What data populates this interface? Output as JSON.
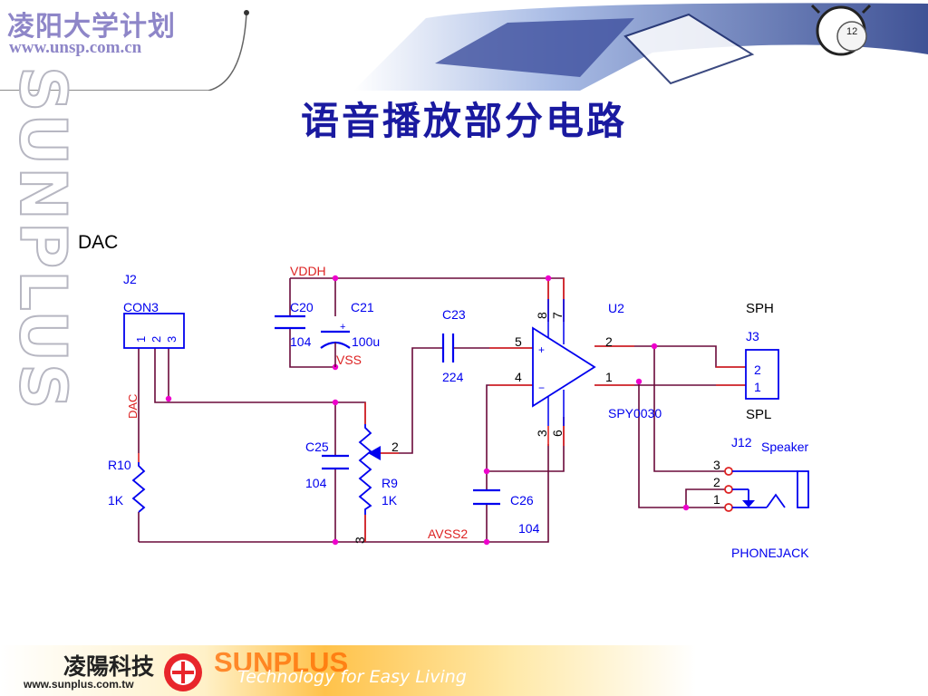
{
  "header": {
    "brand_cn": "凌阳大学计划",
    "brand_url": "www.unsp.com.cn"
  },
  "side_watermark": "SUNPLUS",
  "title": "语音播放部分电路",
  "schematic": {
    "section_label": "DAC",
    "j2": {
      "ref": "J2",
      "value": "CON3",
      "pins": [
        "1",
        "2",
        "3"
      ]
    },
    "net_dac": "DAC",
    "net_vddh": "VDDH",
    "net_vss": "VSS",
    "net_avss2": "AVSS2",
    "c20": {
      "ref": "C20",
      "value": "104"
    },
    "c21": {
      "ref": "C21",
      "value": "100u",
      "polarity": "+"
    },
    "c23": {
      "ref": "C23",
      "value": "224"
    },
    "c25": {
      "ref": "C25",
      "value": "104"
    },
    "c26": {
      "ref": "C26",
      "value": "104"
    },
    "r10": {
      "ref": "R10",
      "value": "1K"
    },
    "r9": {
      "ref": "R9",
      "value": "1K",
      "pin_wiper": "2",
      "pin_bottom": "3"
    },
    "u2": {
      "ref": "U2",
      "part": "SPY0030",
      "pins": {
        "p5": "5",
        "p4": "4",
        "p2": "2",
        "p1": "1",
        "p8": "8",
        "p7": "7",
        "p3": "3",
        "p6": "6"
      },
      "plus": "+",
      "minus": "−"
    },
    "j3": {
      "ref": "J3",
      "sph": "SPH",
      "spl": "SPL",
      "pin_top": "2",
      "pin_bottom": "1"
    },
    "j12": {
      "ref": "J12",
      "label": "Speaker",
      "pins": [
        "3",
        "2",
        "1"
      ],
      "name": "PHONEJACK"
    }
  },
  "footer": {
    "cn": "凌陽科技",
    "url": "www.sunplus.com.tw",
    "brand": "SUNPLUS",
    "tagline": "Technology for Easy Living"
  },
  "colors": {
    "wire": "#6a0a3a",
    "part": "#0000ee",
    "net_label": "#dd2222",
    "junction": "#ee00cc",
    "title": "#1a1aa0",
    "brand": "#8e86c8"
  }
}
